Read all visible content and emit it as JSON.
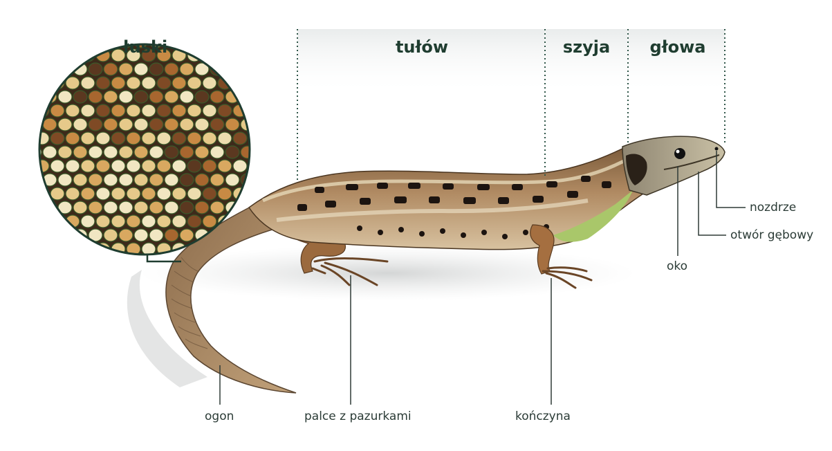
{
  "regions": {
    "scales": "łuski",
    "trunk": "tułów",
    "neck": "szyja",
    "head": "głowa"
  },
  "labels": {
    "nostril": "nozdrze",
    "mouth": "otwór gębowy",
    "eye": "oko",
    "tail": "ogon",
    "toes": "palce z pazurkami",
    "limb": "kończyna"
  },
  "colors": {
    "accent": "#1f3d30",
    "band": "#e9ecec",
    "leader": "#2e3a36"
  }
}
